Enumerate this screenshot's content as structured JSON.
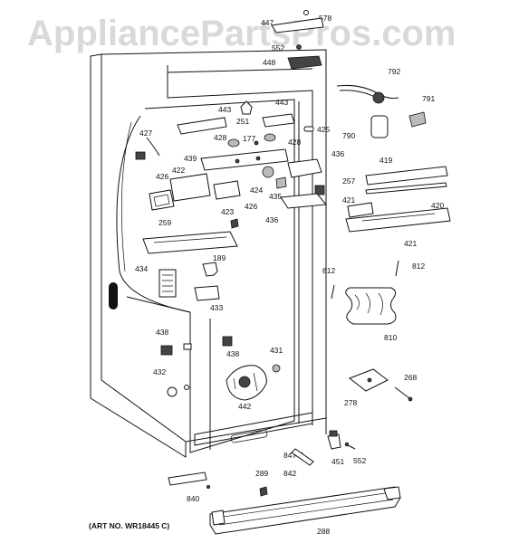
{
  "watermark": "AppliancePartsPros.com",
  "art_number": "(ART NO. WR18445 C)",
  "part_labels": {
    "p578": "578",
    "p447": "447",
    "p552a": "552",
    "p448": "448",
    "p792": "792",
    "p791": "791",
    "p790": "790",
    "p443a": "443",
    "p443b": "443",
    "p251": "251",
    "p425": "425",
    "p427": "427",
    "p428a": "428",
    "p428b": "428",
    "p177": "177",
    "p439": "439",
    "p436a": "436",
    "p436b": "436",
    "p422": "422",
    "p426a": "426",
    "p426b": "426",
    "p424": "424",
    "p435": "435",
    "p257": "257",
    "p419": "419",
    "p420": "420",
    "p421a": "421",
    "p421b": "421",
    "p423": "423",
    "p259": "259",
    "p189": "189",
    "p434": "434",
    "p433": "433",
    "p812a": "812",
    "p812b": "812",
    "p810": "810",
    "p438a": "438",
    "p438b": "438",
    "p431": "431",
    "p432": "432",
    "p442": "442",
    "p268": "268",
    "p278": "278",
    "p847": "847",
    "p842": "842",
    "p289": "289",
    "p451": "451",
    "p552b": "552",
    "p840": "840",
    "p288": "288"
  }
}
